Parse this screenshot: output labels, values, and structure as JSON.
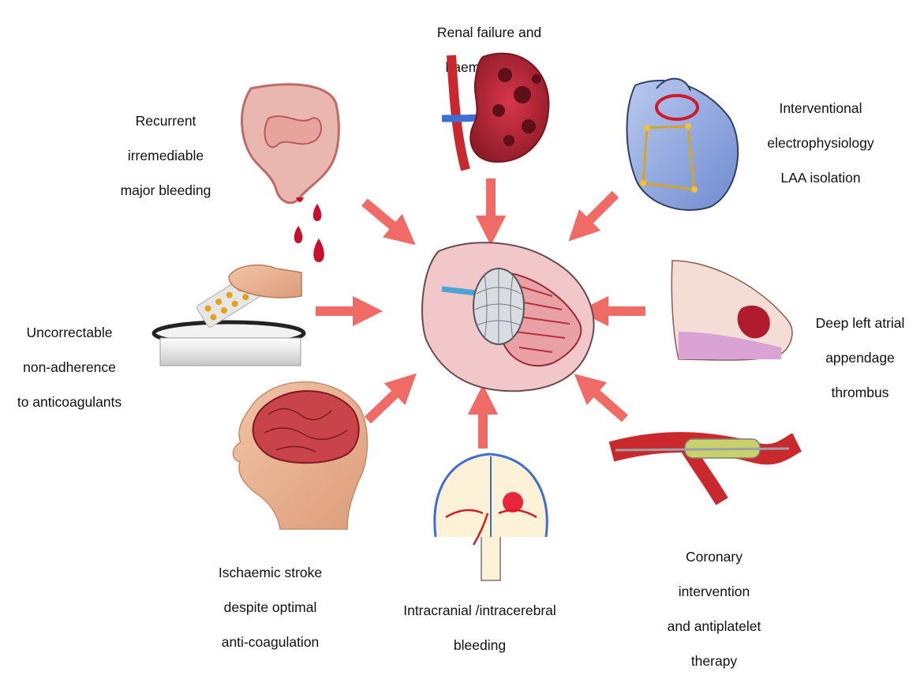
{
  "center": {
    "name": "Left atrial appendage occlusion device in appendage"
  },
  "indications": {
    "top": [
      "Renal failure and",
      "haemodialysis"
    ],
    "top_left": [
      "Recurrent",
      "irremediable",
      "major bleeding"
    ],
    "top_right": [
      "Interventional",
      "electrophysiology",
      "LAA isolation"
    ],
    "left": [
      "Uncorrectable",
      "non-adherence",
      "to anticoagulants"
    ],
    "right": [
      "Deep left atrial",
      "appendage",
      "thrombus"
    ],
    "bottom_left": [
      "Ischaemic stroke",
      "despite optimal",
      "anti-coagulation"
    ],
    "bottom": [
      "Intracranial /intracerebral",
      "bleeding"
    ],
    "bottom_right": [
      "Coronary",
      "intervention",
      "and antiplatelet",
      "therapy"
    ]
  },
  "colors": {
    "arrow": "#f06a66",
    "tissue_red": "#c8343c",
    "tissue_pink": "#f2c7c9",
    "blue_atrium": "#8ea6db",
    "skin": "#e8b08f"
  }
}
